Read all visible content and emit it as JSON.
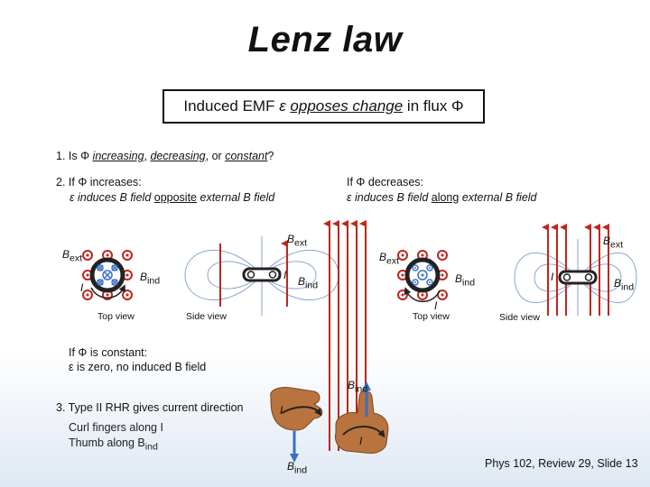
{
  "title": "Lenz law",
  "box": {
    "before": "Induced EMF ",
    "eps": "ε",
    "sp": " ",
    "opposes": "opposes change",
    "after": " in flux Φ"
  },
  "q1": {
    "prefix": "1. Is Φ ",
    "increasing": "increasing",
    "c1": ", ",
    "decreasing": "decreasing",
    "c2": ", or ",
    "constant": "constant",
    "end": "?"
  },
  "q2": {
    "inc_title": "2. If Φ increases:",
    "inc_pre": "ε induces B field ",
    "inc_key": "opposite",
    "inc_post": " external B field",
    "dec_title": "If Φ decreases:",
    "dec_pre": "ε induces B field ",
    "dec_key": "along",
    "dec_post": " external B field"
  },
  "labels": {
    "bext": "B",
    "ext_sub": "ext",
    "bind": "B",
    "ind_sub": "ind",
    "current": "I",
    "top_view": "Top view",
    "side_view": "Side view"
  },
  "constant": {
    "title": "If Φ is constant:",
    "body": "ε is zero, no induced B field"
  },
  "rhr": {
    "title": "3. Type II RHR gives current direction",
    "line1": "Curl fingers along I",
    "line2_pre": "Thumb along B",
    "line2_sub": "ind"
  },
  "footer": "Phys 102, Review 29, Slide 13",
  "colors": {
    "field_red": "#c0261c",
    "field_blue": "#3a6fc4",
    "line_blue": "#8aa6cf",
    "skin": "#b8733e",
    "dark": "#222222"
  }
}
